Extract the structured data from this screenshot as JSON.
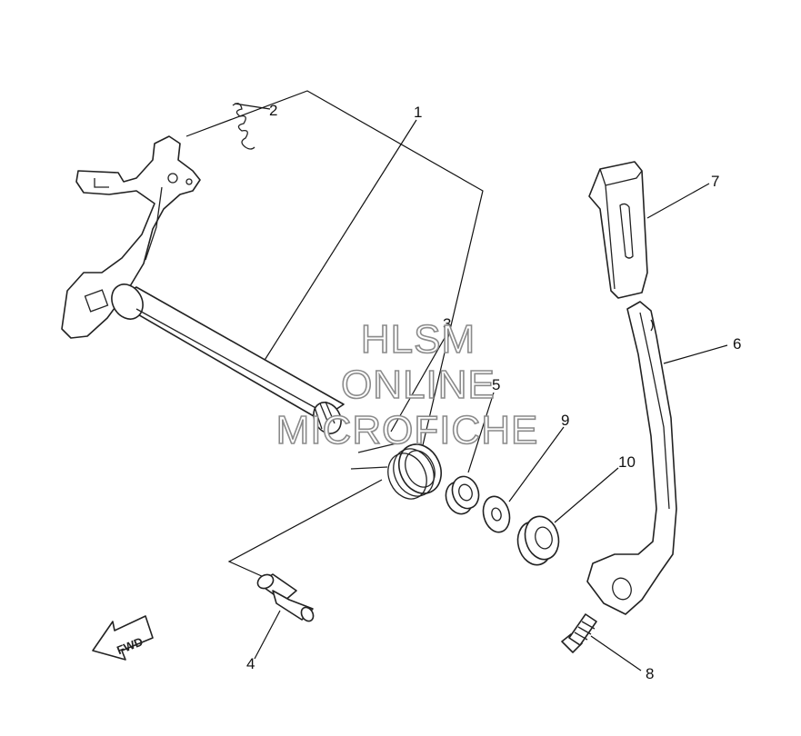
{
  "callouts": {
    "c1": "1",
    "c2": "2",
    "c3": "3",
    "c4": "4",
    "c5": "5",
    "c6": "6",
    "c7": "7",
    "c8": "8",
    "c9": "9",
    "c10": "10"
  },
  "watermark": {
    "line1": "HLSM",
    "line2": "ONLINE",
    "line3": "MICROFICHE"
  },
  "fwd_label": "FWD",
  "colors": {
    "line": "#222222",
    "watermark_stroke": "#8a8a8a",
    "background": "#ffffff"
  }
}
